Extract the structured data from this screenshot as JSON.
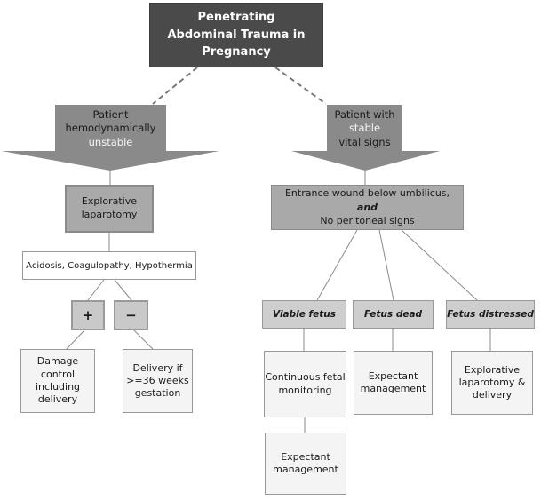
{
  "diagram": {
    "title": "Penetrating\nAbdominal Trauma in\nPregnancy",
    "left": {
      "arrow_line1": "Patient",
      "arrow_line2": "hemodynamically",
      "arrow_line3": "unstable",
      "explorative": "Explorative\nlaparotomy",
      "criteria": "Acidosis, Coagulopathy, Hypothermia",
      "plus": "+",
      "minus": "−",
      "damage": "Damage\ncontrol\nincluding\ndelivery",
      "delivery": "Delivery if\n>=36 weeks\ngestation"
    },
    "right": {
      "arrow_line1": "Patient with",
      "arrow_line2": "stable",
      "arrow_line3": "vital signs",
      "entrance_line1": "Entrance wound below umbilicus,",
      "entrance_line2": "and",
      "entrance_line3": "No peritoneal signs",
      "viable": "Viable fetus",
      "dead": "Fetus dead",
      "distressed": "Fetus distressed",
      "monitoring": "Continuous fetal\nmonitoring",
      "expectant_dead": "Expectant\nmanagement",
      "explorative_delivery": "Explorative\nlaparotomy &\ndelivery",
      "expectant_viable": "Expectant\nmanagement"
    },
    "colors": {
      "title_bg": "#4a4a4a",
      "title_text": "#ffffff",
      "arrow_fill": "#8a8a8a",
      "mid_gray_box": "#a9a9a9",
      "light_gray_box": "#cecece",
      "plus_minus_box": "#c9c9c9",
      "leaf_box": "#f4f4f4",
      "border": "#999999",
      "connector": "#8a8a8a"
    }
  }
}
